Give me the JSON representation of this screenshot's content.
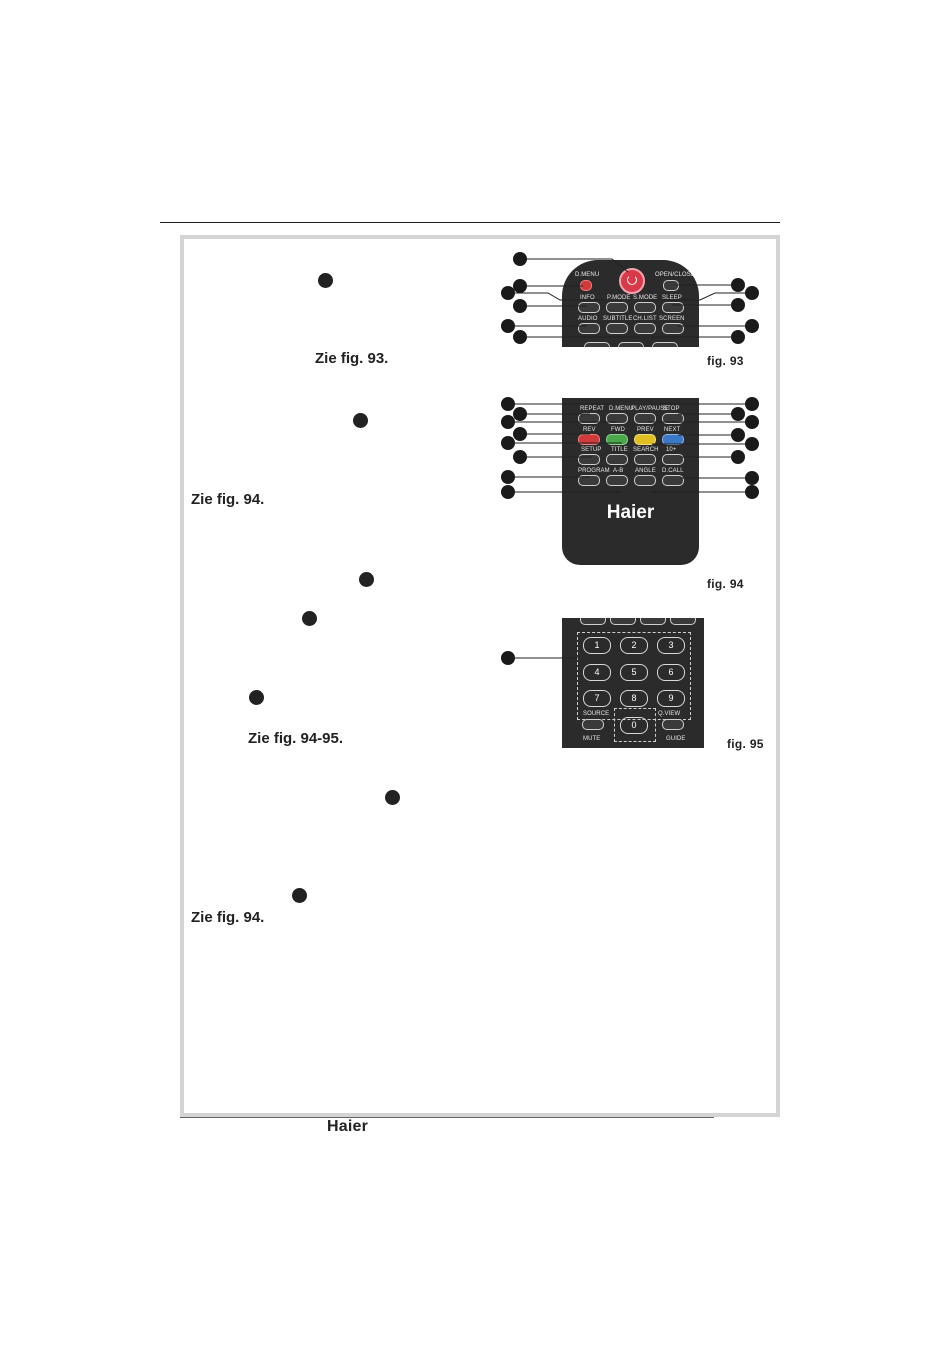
{
  "notes": {
    "fig93": "Zie fig. 93.",
    "fig94_a": "Zie fig. 94.",
    "fig9495": "Zie fig. 94-95.",
    "fig94_b": "Zie fig. 94."
  },
  "captions": {
    "fig93": "fig. 93",
    "fig94": "fig. 94",
    "fig95": "fig. 95"
  },
  "brand": "Haier",
  "remote93": {
    "labels": [
      "D.MENU",
      "OPEN/CLOSE",
      "INFO",
      "P.MODE",
      "S.MODE",
      "SLEEP",
      "AUDIO",
      "SUBTITLE",
      "CH.LIST",
      "SCREEN"
    ]
  },
  "remote94": {
    "labels": [
      "REPEAT",
      "D.MENU",
      "PLAY/PAUSE",
      "STOP",
      "REV",
      "FWD",
      "PREV",
      "NEXT",
      "SETUP",
      "TITLE",
      "SEARCH",
      "10+",
      "PROGRAM",
      "A-B",
      "ANGLE",
      "D.CALL"
    ]
  },
  "remote95": {
    "digits": [
      "1",
      "2",
      "3",
      "4",
      "5",
      "6",
      "7",
      "8",
      "9",
      "0"
    ],
    "labels": [
      "SOURCE",
      "Q.VIEW",
      "MUTE",
      "GUIDE"
    ]
  },
  "colors": {
    "frame": "#d4d4d4",
    "remote": "#2b2b2b",
    "power": "#d83a4a",
    "red": "#d23a3a",
    "green": "#4aa84a",
    "yellow": "#e0c020",
    "blue": "#3a78c8"
  }
}
